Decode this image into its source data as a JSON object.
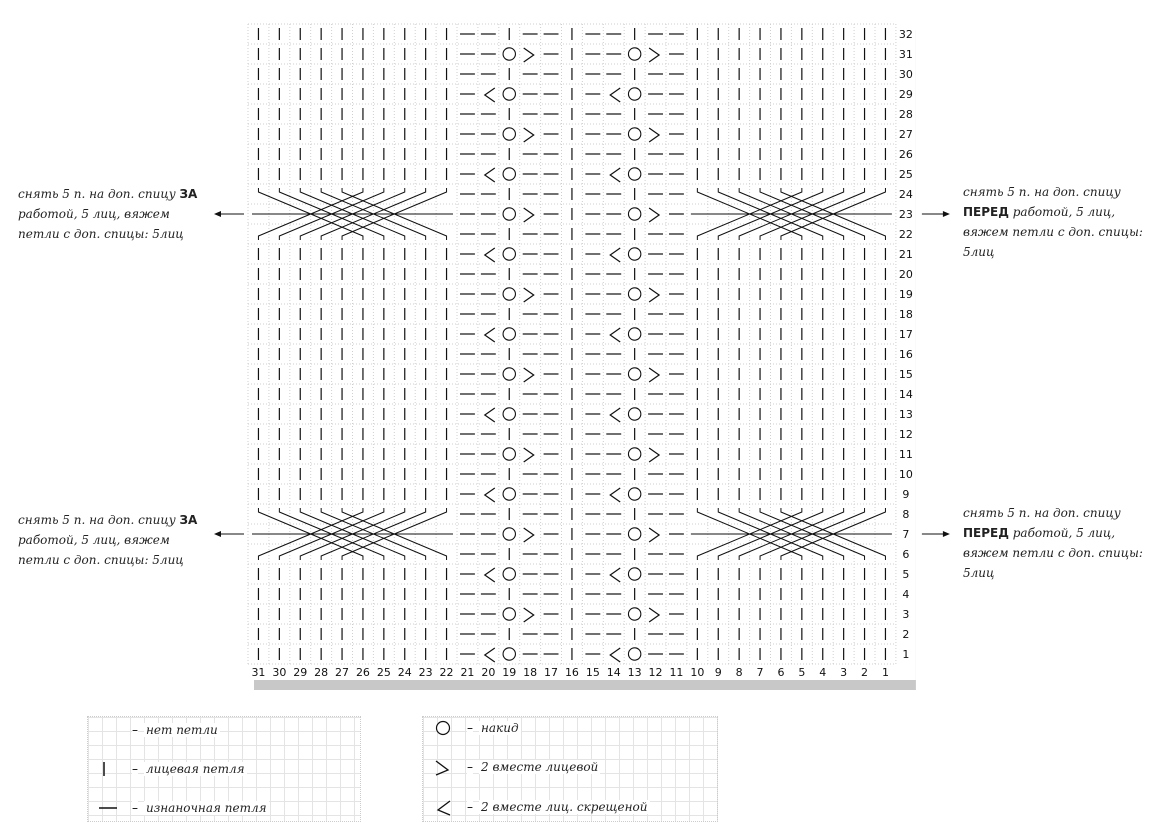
{
  "chart": {
    "rows": 32,
    "cols": 31,
    "col_groups": {
      "cable_a": [
        22,
        31
      ],
      "purl_a": [
        21
      ],
      "lace_a": [
        18,
        20
      ],
      "purl_b": [
        17
      ],
      "knit_a": [
        16
      ],
      "purl_c": [
        15
      ],
      "lace_b": [
        12,
        14
      ],
      "purl_d": [
        11
      ],
      "cable_b": [
        1,
        10
      ]
    },
    "cable_rows": [
      7,
      23
    ]
  },
  "notes": {
    "left_top": {
      "pre": "снять 5 п. на доп. спицу ",
      "bold": "ЗА",
      "post": " работой, 5 лиц, вяжем петли с доп. спицы: 5лиц"
    },
    "right_top": {
      "pre": "снять 5 п. на доп. спицу ",
      "bold": "ПЕРЕД",
      "post": " работой, 5 лиц, вяжем петли с доп. спицы: 5лиц"
    },
    "left_bottom": {
      "pre": "снять 5 п. на доп. спицу ",
      "bold": "ЗА",
      "post": " работой, 5 лиц, вяжем петли с доп. спицы: 5лиц"
    },
    "right_bottom": {
      "pre": "снять 5 п. на доп. спицу ",
      "bold": "ПЕРЕД",
      "post": " работой, 5 лиц, вяжем петли с доп. спицы: 5лиц"
    }
  },
  "legend": {
    "no_stitch": "нет петли",
    "knit": "лицевая петля",
    "purl": "изнаночная петля",
    "yarn_over": "накид",
    "k2tog": "2 вместе лицевой",
    "k2tog_tbl": "2 вместе лиц. скрещеной",
    "dash": "–"
  }
}
